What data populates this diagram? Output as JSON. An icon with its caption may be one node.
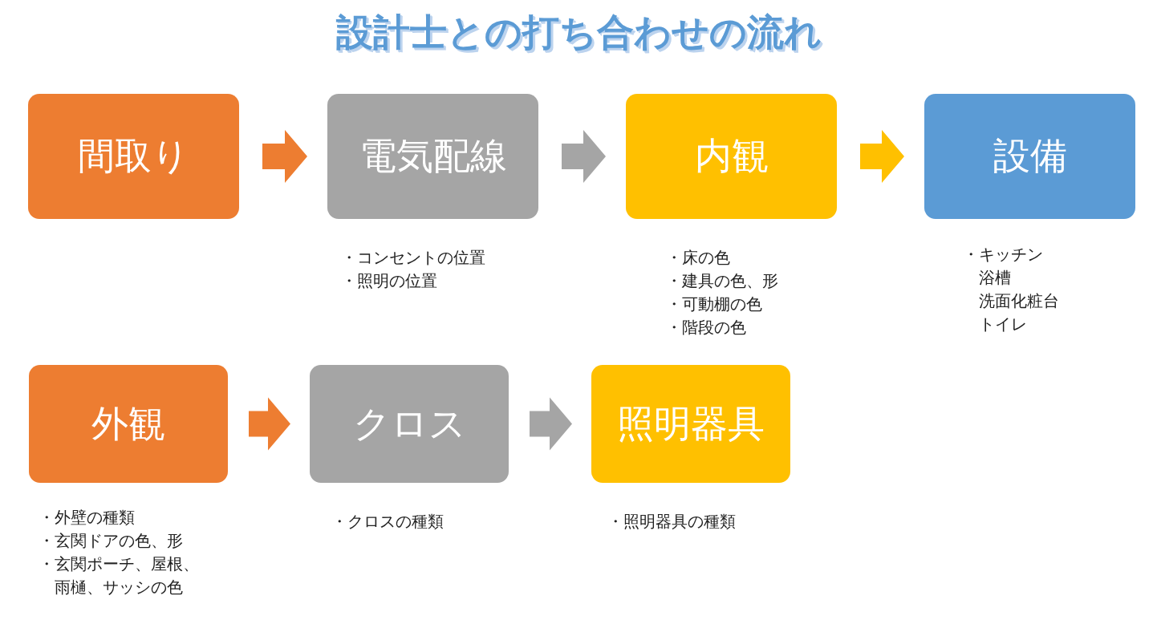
{
  "diagram": {
    "title": "設計士との打ち合わせの流れ",
    "nodes": [
      {
        "text": [
          "間取り"
        ]
      },
      {
        "text": [
          "電気配線"
        ],
        "beside": [
          "・コンセントの位置",
          "・照明の位置"
        ]
      },
      {
        "text": [
          "内観"
        ],
        "beside": [
          "・床の色",
          "・建具の色、形",
          "・可動棚の色",
          "・階段の色"
        ]
      },
      {
        "text": [
          "設備"
        ],
        "beside": [
          "・キッチン",
          "浴槽",
          "洗面化粧台",
          "トイレ"
        ]
      },
      {
        "text": [
          "外観"
        ],
        "beside": [
          "・外壁の種類",
          "・玄関ドアの色、形",
          "・玄関ポーチ、屋根、雨樋、サッシの色"
        ]
      },
      {
        "text": [
          "クロス"
        ],
        "beside": [
          "・クロスの種類"
        ]
      },
      {
        "text": [
          "照明器具"
        ],
        "beside": [
          "・照明器具の種類"
        ]
      }
    ],
    "edges": [
      {
        "from": 0,
        "to": 1,
        "arrow": "to",
        "color": "#ed7d31"
      },
      {
        "from": 1,
        "to": 2,
        "arrow": "to",
        "color": "#a5a5a5"
      },
      {
        "from": 2,
        "to": 3,
        "arrow": "to",
        "color": "#ffc000"
      },
      {
        "from": 4,
        "to": 5,
        "arrow": "to",
        "color": "#ed7d31"
      },
      {
        "from": 5,
        "to": 6,
        "arrow": "to",
        "color": "#a5a5a5"
      }
    ]
  }
}
